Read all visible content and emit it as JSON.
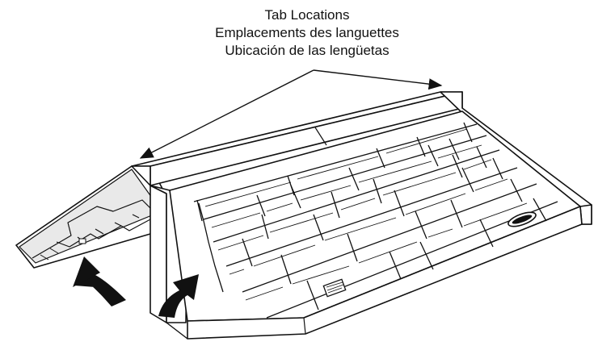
{
  "caption": {
    "line_en": "Tab Locations",
    "line_fr": "Emplacements des languettes",
    "line_es": "Ubicación de las lengüetas"
  },
  "colors": {
    "ink": "#111111",
    "paper": "#ffffff"
  },
  "icons": {
    "left_rotate_arrow": "curved-arrow-icon",
    "right_rotate_arrow": "curved-arrow-icon"
  }
}
